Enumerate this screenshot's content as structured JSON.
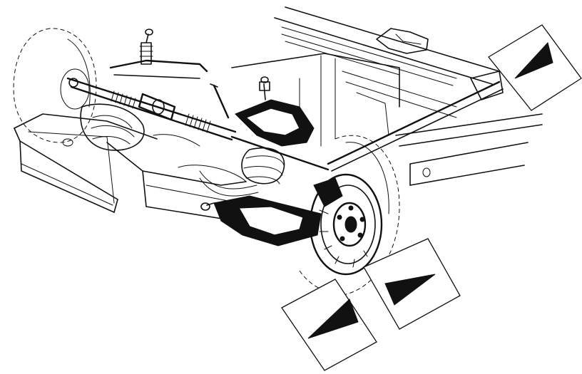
{
  "figure": {
    "subject": "",
    "ink_color": "#111111",
    "paper_color": "#ffffff"
  },
  "markers": [
    {
      "id": "marker-top-right",
      "direction": "up-right"
    },
    {
      "id": "marker-bottom-middle",
      "direction": "right"
    },
    {
      "id": "marker-bottom-left",
      "direction": "left"
    }
  ]
}
